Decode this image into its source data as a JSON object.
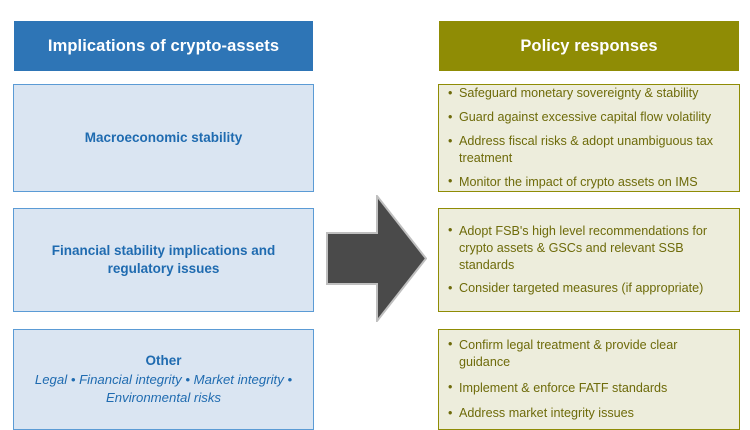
{
  "columns": {
    "left": {
      "header": "Implications of crypto-assets",
      "header_color": "#2E75B6",
      "box_fill": "#DAE5F2",
      "box_border": "#5B9BD5",
      "text_color": "#1F6BB0",
      "boxes": [
        {
          "title": "Macroeconomic stability",
          "subtitle": ""
        },
        {
          "title": "Financial stability implications and regulatory issues",
          "subtitle": ""
        },
        {
          "title": "Other",
          "subtitle": "Legal • Financial integrity • Market integrity • Environmental risks"
        }
      ]
    },
    "right": {
      "header": "Policy responses",
      "header_color": "#8F8C05",
      "box_fill": "#EDEDDC",
      "box_border": "#8F8C05",
      "text_color": "#6E6B0A",
      "boxes": [
        {
          "items": [
            "Safeguard monetary sovereignty & stability",
            "Guard against excessive capital flow volatility",
            "Address fiscal risks & adopt unambiguous tax treatment",
            "Monitor the impact of crypto assets on IMS"
          ]
        },
        {
          "items": [
            "Adopt FSB's high level recommendations for crypto assets & GSCs and relevant SSB standards",
            "Consider targeted measures (if appropriate)"
          ]
        },
        {
          "items": [
            "Confirm legal treatment & provide clear guidance",
            "Implement & enforce FATF standards",
            "Address market integrity issues"
          ]
        }
      ]
    }
  },
  "arrow": {
    "label": "right-arrow",
    "fill": "#4A4A4A",
    "border": "#BFBFBF",
    "direction": "right"
  }
}
